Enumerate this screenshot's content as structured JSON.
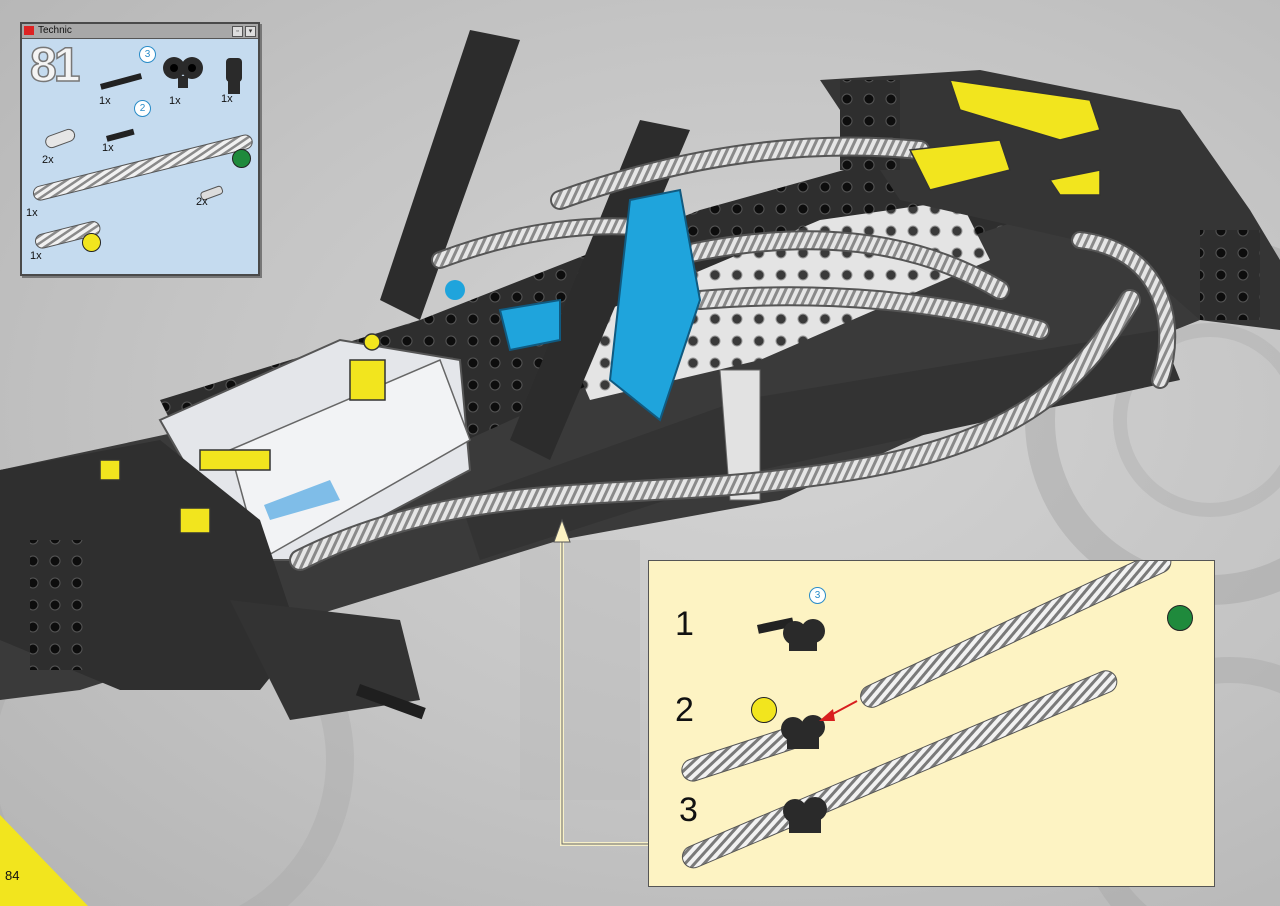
{
  "page": {
    "number": "84"
  },
  "parts_window": {
    "brand": "Technic",
    "step_number": "81",
    "items": [
      {
        "name": "axle",
        "quantity": "1x",
        "length": "3"
      },
      {
        "name": "pin-connector",
        "quantity": "1x"
      },
      {
        "name": "connector",
        "quantity": "1x"
      },
      {
        "name": "bush",
        "quantity": "2x"
      },
      {
        "name": "axle",
        "quantity": "1x",
        "length": "2"
      },
      {
        "name": "long-ribbed-hose",
        "quantity": "1x",
        "color_code": "#1f8a3c"
      },
      {
        "name": "pin",
        "quantity": "2x"
      },
      {
        "name": "short-ribbed-hose",
        "quantity": "1x",
        "color_code": "#f2e51e"
      }
    ]
  },
  "sub_assembly": {
    "steps": [
      {
        "label": "1",
        "axle_length": "3"
      },
      {
        "label": "2"
      },
      {
        "label": "3"
      }
    ],
    "colors": {
      "green": "#1f8a3c",
      "yellow": "#f2e51e",
      "arrow": "#d81e1e"
    }
  },
  "colors": {
    "accent_yellow": "#f2e51e",
    "panel_bg": "#fdf3c3",
    "parts_bg": "#c5dbef",
    "technic_blue": "#1fa4dc"
  }
}
